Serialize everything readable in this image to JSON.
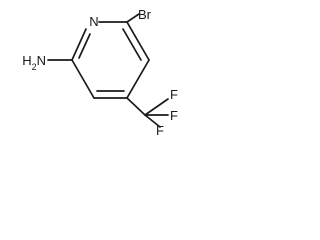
{
  "molecule": {
    "atoms": {
      "ring_nitrogen": "N",
      "bromine": "Br",
      "amino_group": "H2N",
      "fluorine_1": "F",
      "fluorine_2": "F",
      "fluorine_3": "F"
    },
    "line_color": "#1a1a1a",
    "background": "#ffffff"
  }
}
